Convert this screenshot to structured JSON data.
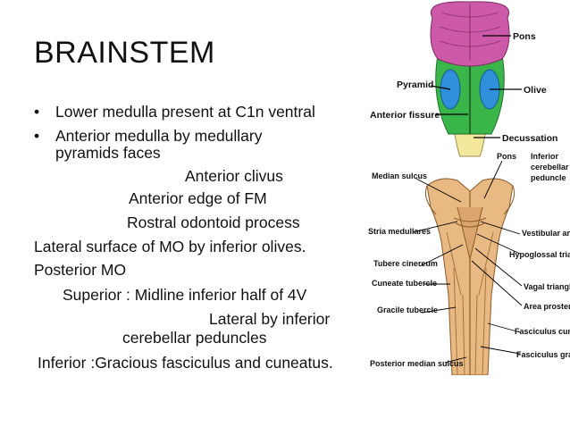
{
  "slide": {
    "title": "BRAINSTEM",
    "bullets": [
      "Lower medulla present at C1n ventral",
      "Anterior medulla by medullary",
      "pyramids faces"
    ],
    "lines": [
      "Anterior clivus",
      "Anterior edge of FM",
      "Rostral odontoid process",
      "Lateral surface of MO by inferior olives.",
      "Posterior MO",
      "Superior : Midline inferior half of 4V",
      "Lateral by inferior",
      "cerebellar peduncles",
      "Inferior :Gracious fasciculus and cuneatus."
    ]
  },
  "figure_top": {
    "labels": [
      "Pons",
      "Olive",
      "Pyramid",
      "Anterior fissure",
      "Decussation"
    ],
    "colors": {
      "pons": "#cc5aa8",
      "pyramid": "#39b54a",
      "olive": "#2f8fd8",
      "spinal": "#f2e79a"
    }
  },
  "figure_bottom": {
    "labels_left": [
      "Median sulcus",
      "Stria medullares",
      "Tubere cinereum",
      "Cuneate tubercle",
      "Gracile tubercle",
      "Posterior median sulcus"
    ],
    "labels_right": [
      "Pons",
      "Inferior",
      "cerebellar",
      "peduncle",
      "Vestibular area",
      "Hypoglossal triangle",
      "Vagal triangle",
      "Area prostema",
      "Fasciculus cuneatus",
      "Fasciculus gracilis"
    ],
    "colors": {
      "tissue": "#e8b982",
      "shade": "#c98d52"
    }
  }
}
